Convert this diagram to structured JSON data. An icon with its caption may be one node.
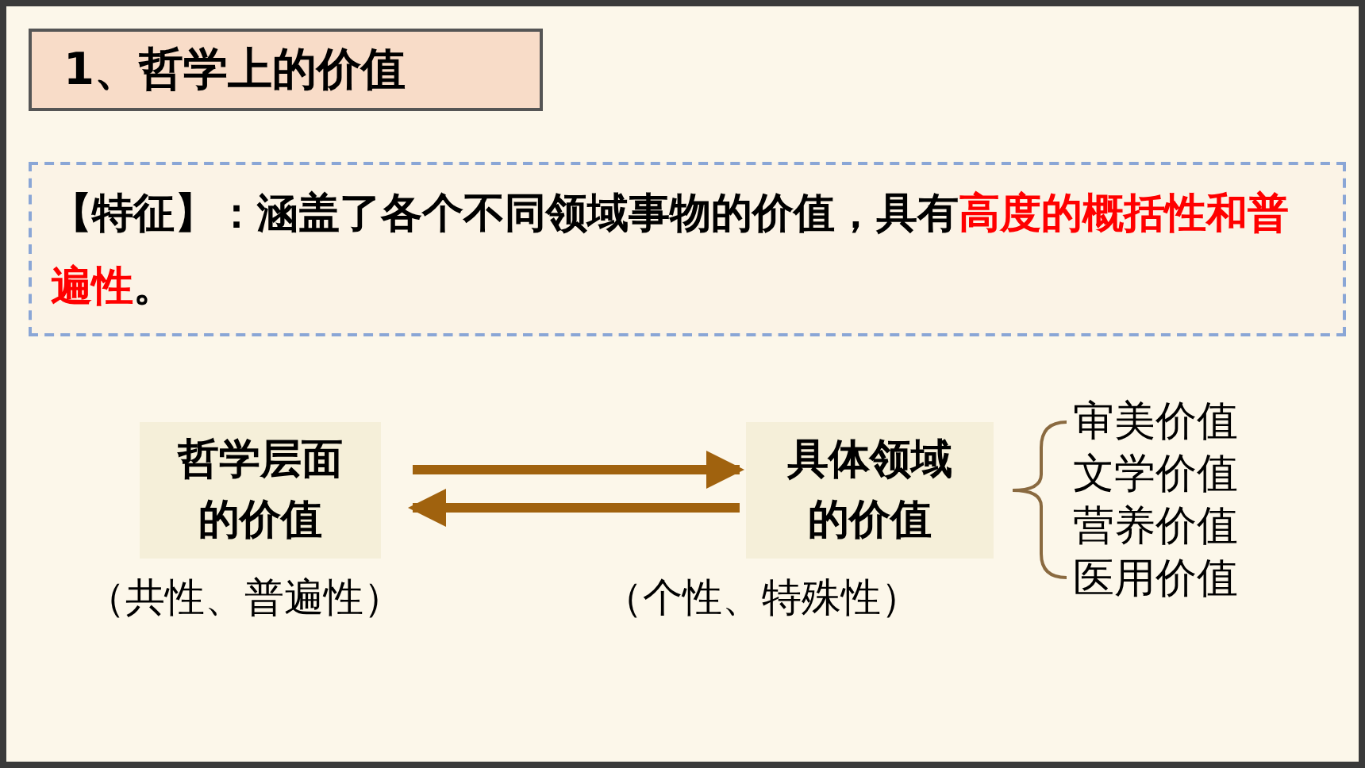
{
  "diagram": {
    "nodes": [
      {
        "text": [
          "1、哲学上的价值"
        ]
      },
      {
        "text": [
          "【特征】：涵盖了各个不同领域事物的价值，具有**高度的概括性和普遍性**。"
        ]
      },
      {
        "text": [
          "哲学层面的价值"
        ],
        "beside": [
          "（共性、普遍性）"
        ]
      },
      {
        "text": [
          "具体领域的价值"
        ],
        "beside": [
          "（个性、特殊性）"
        ]
      }
    ],
    "edges": [
      {
        "from": 2,
        "to": 3,
        "arrow": "to"
      },
      {
        "from": 3,
        "to": 2,
        "arrow": "to"
      }
    ],
    "labels": [
      "审美价值",
      "文学价值",
      "营养价值",
      "医用价值"
    ]
  }
}
